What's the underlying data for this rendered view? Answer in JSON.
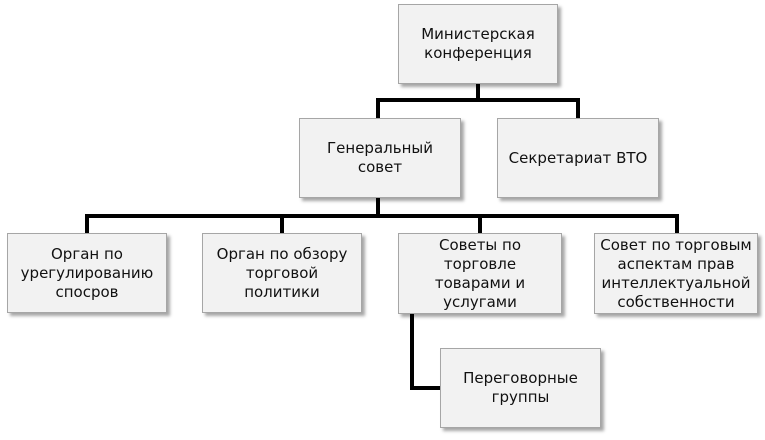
{
  "nodes": {
    "ministerial": "Министерская\nконференция",
    "general_council": "Генеральный совет",
    "secretariat": "Секретариат ВТО",
    "dispute_body": "Орган по\nурегулированию\nспосров",
    "trade_policy_review": "Орган по обзору\nторговой политики",
    "goods_services_councils": "Советы по торговле\nтоварами и\nуслугами",
    "trips_council": "Совет по торговым\nаспектам прав\nинтеллектуальной\nсобственности",
    "negotiating_groups": "Переговорные\nгруппы"
  },
  "colors": {
    "box_fill": "#f2f2f2",
    "box_border": "#a6a6a6",
    "connector": "#000000"
  }
}
